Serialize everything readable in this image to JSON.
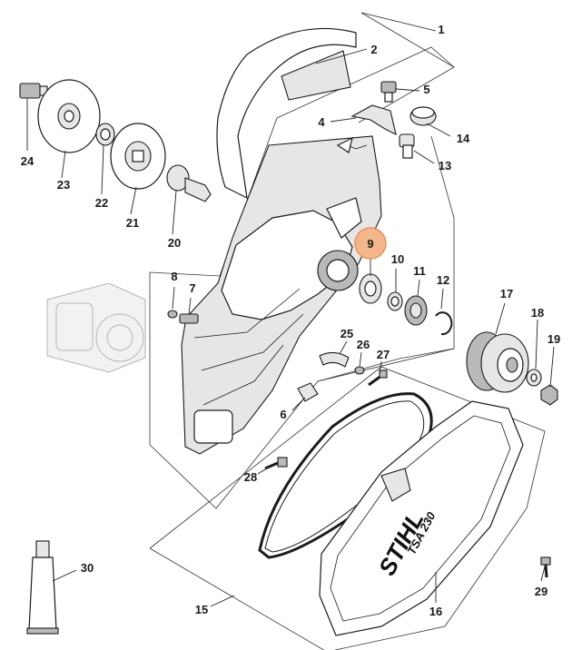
{
  "diagram": {
    "highlight_color": "#f4b78c",
    "highlight_border": "#e8935a",
    "callouts": {
      "c1": "1",
      "c2": "2",
      "c4": "4",
      "c5": "5",
      "c6": "6",
      "c7": "7",
      "c8": "8",
      "c9": "9",
      "c10": "10",
      "c11": "11",
      "c12": "12",
      "c13": "13",
      "c14": "14",
      "c15": "15",
      "c16": "16",
      "c17": "17",
      "c18": "18",
      "c19": "19",
      "c20": "20",
      "c21": "21",
      "c22": "22",
      "c23": "23",
      "c24": "24",
      "c25": "25",
      "c26": "26",
      "c27": "27",
      "c28": "28",
      "c29": "29",
      "c30": "30"
    },
    "highlighted_callout": "9",
    "cover_logo": {
      "brand": "STIHL",
      "model": "TSA 230"
    }
  }
}
